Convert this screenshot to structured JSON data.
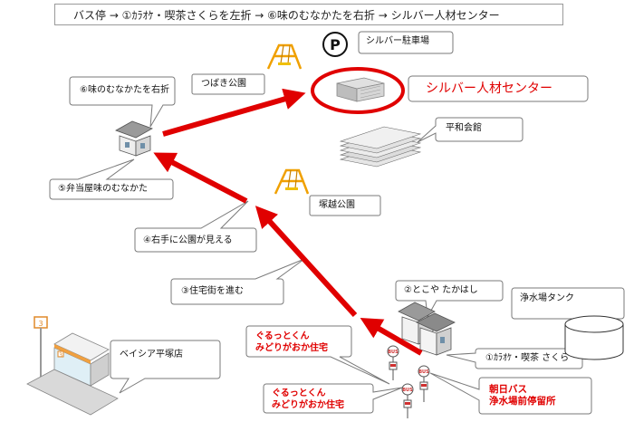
{
  "route_title": "バス停 → ①ｶﾗｵｹ・喫茶さくらを左折 → ⑥味のむなかたを右折 → シルバー人材センター",
  "parking_sign": "P",
  "labels": {
    "parking": "シルバー駐車場",
    "destination": "シルバー人材センター",
    "heiwa_hall": "平和会館",
    "tsubaki_park": "つばき公園",
    "step6": "⑥味のむなかたを右折",
    "step5": "⑤弁当屋味のむなかた",
    "tsukagoshi_park": "塚越公園",
    "step4": "④右手に公園が見える",
    "step3": "③住宅街を進む",
    "step2": "②とこや たかはし",
    "water_tank": "浄水場タンク",
    "step1": "①ｶﾗｵｹ・喫茶 さくら",
    "store": "ベイシア平塚店",
    "bus_stop_top": "ぐるっとくん\nみどりがおか住宅",
    "bus_stop_bottom": "ぐるっとくん\nみどりがおか住宅",
    "asahi_bus": "朝日バス\n浄水場前停留所",
    "bus_icon": "BUS"
  },
  "colors": {
    "route": "#e00000",
    "highlight": "#e00000",
    "park_frame": "#f0a000",
    "bus_icon": "#d03030"
  }
}
